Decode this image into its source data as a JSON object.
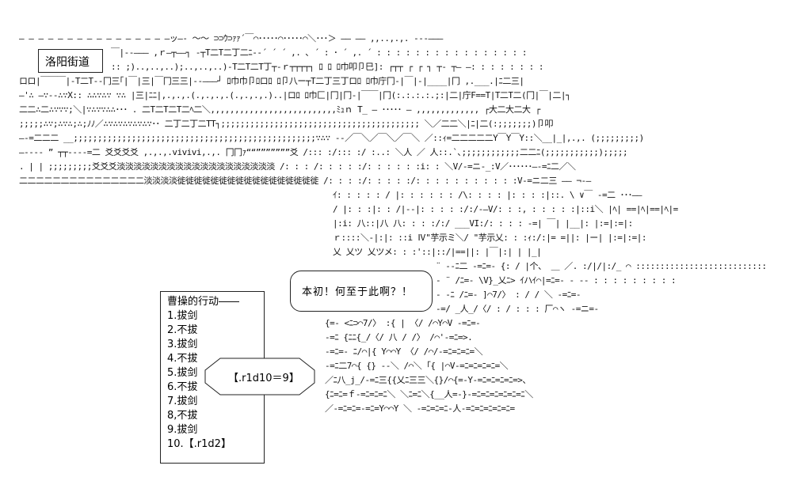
{
  "location_title": "洛阳街道",
  "dialog": {
    "text": "本初！何至于此啊？！"
  },
  "action_list": {
    "header": "曹操的行动――",
    "items": [
      "1.拔剑",
      "2.不拔",
      "3.拔剑",
      "4.不拔",
      "5.拔剑",
      "6.不拔",
      "7.拔剑",
      "8,不拔",
      "9.拔剑",
      "10.【.r1d2】"
    ]
  },
  "dice_roll": "【.r1d10＝9】",
  "art_lines": [
    "                    ―  ―  ―  ―  ―  ―  ―  ―  ―  ―  ―  ―  ―  ―  ―  ―ッ―- ～～ ⊃⊃ｳ⊃ｧｧ´￣⌒･････⌒･････⌒＼･･･＞   ―― ――  ,,..,.,.   ---―――",
    "                      ￣|--――― ,ｒ―┬――┐ -┬T二T二丁二ﾆ-‐´  ´  ´ ,. ､ ´  :  ･   ´ ,. ´ : : : : : : : : : : : : : : : :",
    " ::                     ;)..,..,..);..,..,..)‐T二T二T丁┬-ｒ┬┬┬┬┐  ﾛ ﾛ ﾛ巾叩卩巳]:   ┌┬┬ ┌ ┌ ┐     ┬‐   ┬― ―: : : : : : : :",
    "ロロ|￣￣￣|-T二T--冂三｢|￣|三|￣冂三三|--―――┘  ﾛ巾巾卩ﾛロﾛ ﾛ卩八ー┬T二丁三丁ロﾛ ﾛ巾庁冂-|￣|-|____|冂 ,.___.|ﾆ二三|",
    "―'∴ ―∵--∴∵X:: ∴∴∵∴∵ ∵∴  |三|ﾆﾆ|,.,.,.(.,.,.,.(.,.,.,.)..|ロﾛ ﾛ巾匚|冂|冂-|￣￣|冂(:.:.:.:.;:|二|庁F==T|T二T二(冂|￣|二|┐",
    "二二∴二∴∵∵∵;＼|∵∴∵∵∴∴･･･ . 二T二T二T二ﾍ二＼,,,,,,,,,,,,,,,,,,,,,,,,,,ﾐｭｎ  T_    ― ･････ ―    ,,,,,,,,,,,,, ┌大二大二大   ┌",
    ";;;;;∴∵;∴∵∴;∴;ﾉﾉ／∴∵∴∵∴∵∴∵∴∵･･   二丁二丁二TT┐;;;;;;;;;;;;;;;;;;;;;;;;;;;;;;;;;;;;;;;;; ＼／二二＼|ﾆ|二(:;;;;;;;)卩叩",
    "―-=二二二    __;;;;;;;;;;;;;;;;;;;;;;;;;;;;;;;;;;;;;;;;;;;;;;;;;;∵∴∵  --／￣＼／￣＼／￣＼   ／::ｨ=二二二二二Y￣Y￣Y::＼__|_|,.,.  (;;;;;;;;;)",
    "―‐‐‐‐   ”  ┬┬----=二  爻爻爻爻 ,.,.,.vivivi,.,.  冂冂ｧ““”””””””爻 /::: :/::: :/ :..: ＼人 ／  人::.`､;;;;;;;;;;;;二二ﾆ(;;;;;;;;;;;);;;;;",
    "  .            | |      ;;;;;;;;;爻爻爻淡淡淡淡淡淡淡淡淡淡淡淡淡淡淡淡淡淡淡 /: : : /: : : : :/: : : : : :i: : ＼V/-=ニ-_:V／･･････―-=ﾆ二／＼",
    "二二二二二二二二二二二二二二二淡淡淡淡徙徙徙徙徙徙徙徙徙徙徙徙徙徙徙徙徙 /: : : :/: : : : :/: : : : : : : : : : :V-=ニ二三 ―― ¬-―",
    "                                                               ｲ: : : : : / |: : : : : : /\\: : : : |: : : :|::. \\ ∨￣ -=二  ･･･――",
    "                                                            /  |: : :|: : /|--|: : : : :/:/-―V/: : :, : : : : :|::i＼ |ﾍ| ==|ﾍ|==|ﾍ|=",
    "                                                               |:i: 八::|八  八: : : :/:/ ___VI:/: : : : -=| ￣| |__|: |:=|:=|:",
    "                                                          ｒ::::＼-|:|: ::i Ⅳ\"芋示ミ＼/   \"芋示乂: : :ｨ:/:|= =||: |ー| |:=|:=|:",
    "                                                             乂  乂ツ        乂ツメ: : :'::|::/|==||: |￣|:|  |  |_|",
    "                                  ¨            -‐ﾆ二  -=ﾆ=-         {: / |个、     ＿  ／. :/|/|:/_  ⌒ :::::::::::::::::::::::::::",
    "                                        -   ¨    /ﾆ=-             \\V}_乂ﾆ>      ｲハｲ⌒|=ﾆ=- - -- : : : : : : : : :",
    "                 - -ﾆ                         /ﾆ=-             ]⌒7/〉 : /    /    ＼   -=ﾆ=-",
    "                                          -=/                  _人_/〈/    :     / : : : 厂⌒ヽ  -=ニ=-",
    "                                       {=-               <ﾆ⊃⌒7/〉 :{     |     〈/  /⌒Y⌒V     -=ﾆ=-",
    "                                       -=ﾆ               {ﾆﾆ{_/〈/   八    /   /〉  /⌒'-=ﾆ=>.",
    "                                           -=ﾆ=-         ﾆ/⌒|{   Y⌒⌒Y    〈/  /⌒/-=ﾆ=ﾆ=ﾆ=＼",
    "                                              -=ﾆ二7⌒{ {}   ‐-＼ /⌒＼   ｢{ |⌒V-=ﾆ=ﾆ=ﾆ=ﾆ=＼",
    "                                                  ／ﾆ八_j_/-=ﾆ三{{乂ﾆ三三＼{}/⌒{=-Y-=ﾆ=ﾆ=ﾆ=ﾆ=>、",
    "                                                {ﾆ=ﾆ=ｆ-=ﾆ=ﾆ=ﾆ＼ ＼ﾆ=ﾆ＼{__人=-}-=ﾆ=ﾆ=ﾆ=ﾆ=ﾆ=ﾆ＼",
    "                                               ／-=ﾆ=ﾆ=-=ﾆ=Y⌒⌒Y ＼ -=ﾆ=ﾆ=ﾆ-人-=ﾆ=ﾆ=ﾆ=ﾆ=ﾆ="
  ]
}
